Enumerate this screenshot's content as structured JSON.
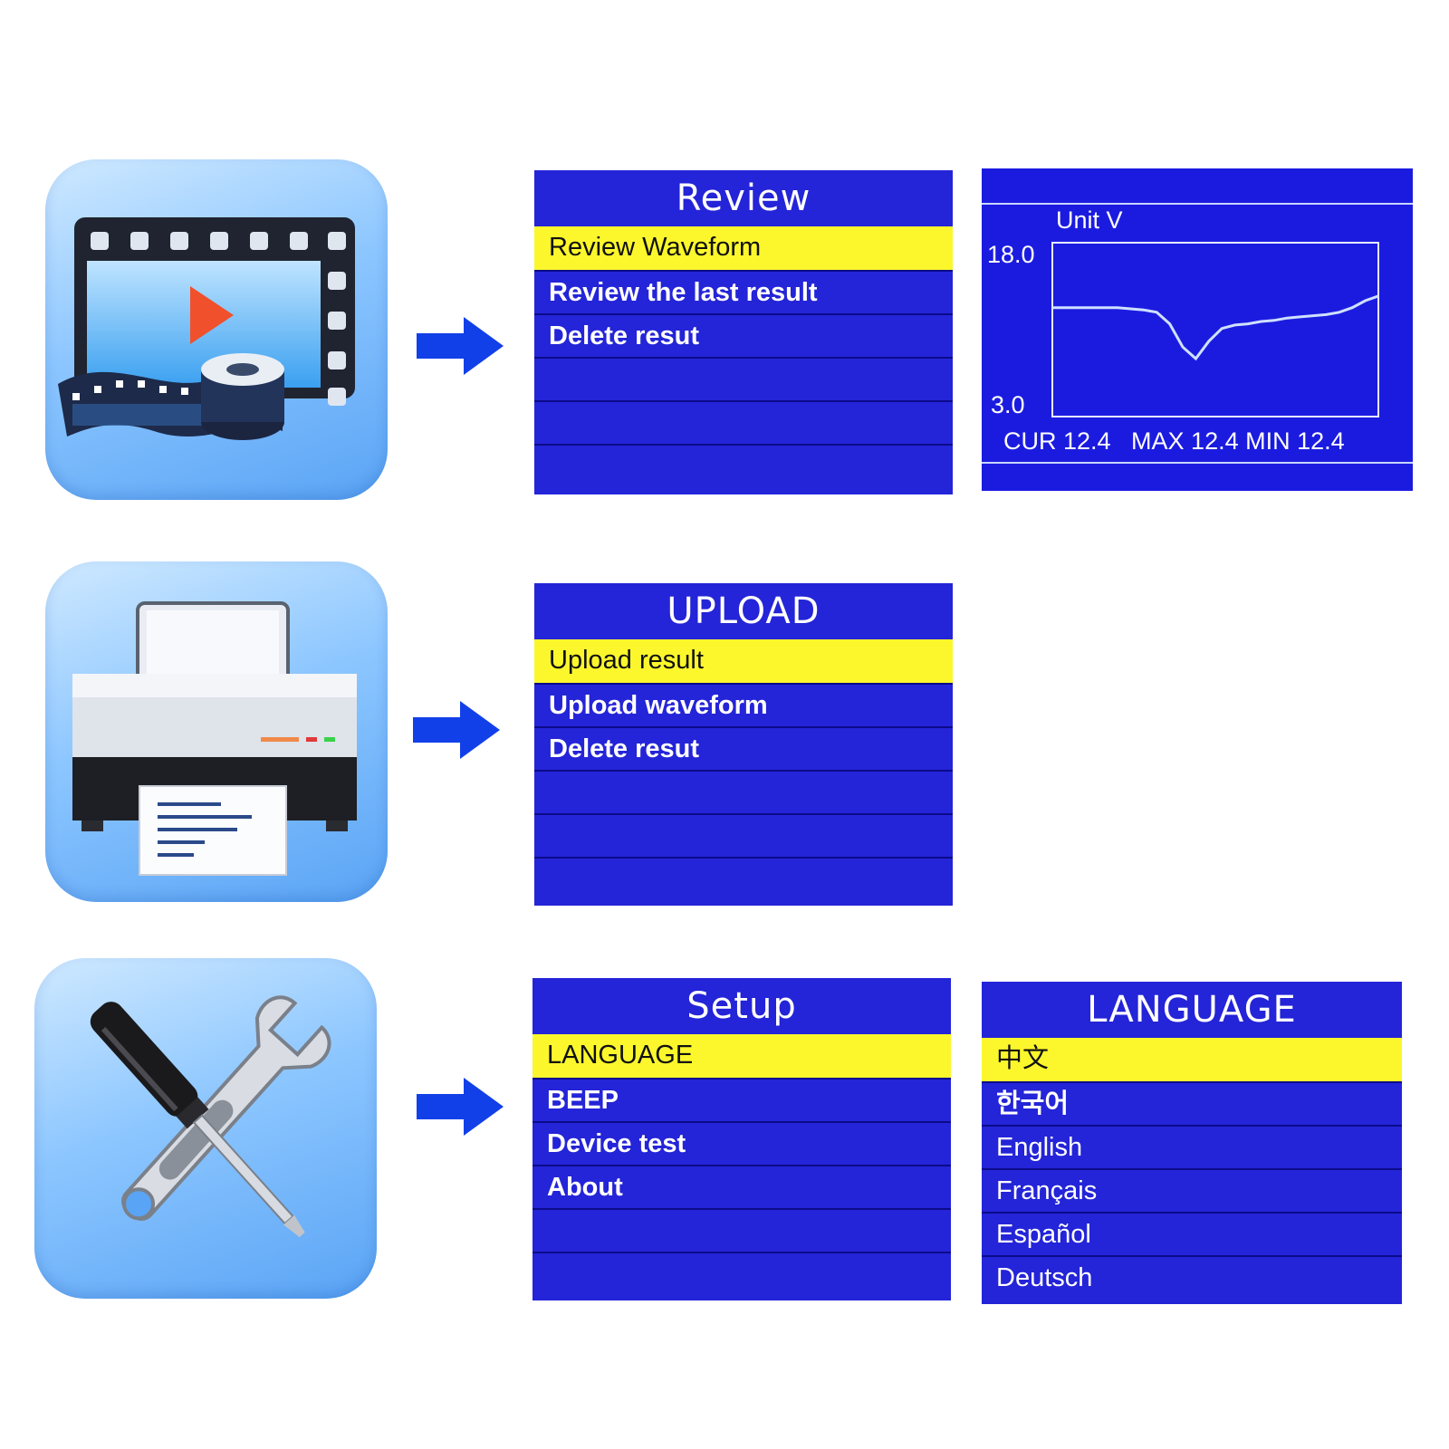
{
  "review": {
    "title": "Review",
    "items": [
      "Review Waveform",
      "Review the last result",
      "Delete resut",
      "",
      "",
      ""
    ],
    "selected_index": 0
  },
  "waveform": {
    "unit_label": "Unit  V",
    "y_max_label": "18.0",
    "y_min_label": "3.0",
    "readout": "CUR 12.4   MAX 12.4 MIN 12.4",
    "chart_data": {
      "type": "line",
      "ylim": [
        3.0,
        18.0
      ],
      "y": [
        12.4,
        12.4,
        12.4,
        12.4,
        12.4,
        12.4,
        12.3,
        12.2,
        12.0,
        11.0,
        9.0,
        8.0,
        9.5,
        10.6,
        10.9,
        11.0,
        11.2,
        11.3,
        11.5,
        11.6,
        11.7,
        11.8,
        12.0,
        12.4,
        13.0,
        13.4
      ]
    }
  },
  "upload": {
    "title": "UPLOAD",
    "items": [
      "Upload result",
      "Upload waveform",
      "Delete resut",
      "",
      "",
      ""
    ],
    "selected_index": 0
  },
  "setup": {
    "title": "Setup",
    "items": [
      "LANGUAGE",
      "BEEP",
      "Device test",
      "About",
      "",
      ""
    ],
    "selected_index": 0
  },
  "language": {
    "title": "LANGUAGE",
    "items": [
      "中文",
      "한국어",
      "English",
      "Français",
      "Español",
      "Deutsch"
    ],
    "selected_index": 0
  },
  "colors": {
    "lcd_blue": "#2424d8",
    "highlight_yellow": "#fcf72c",
    "arrow_blue": "#1240e8"
  },
  "icons": [
    "film-play-icon",
    "printer-icon",
    "tools-icon"
  ]
}
